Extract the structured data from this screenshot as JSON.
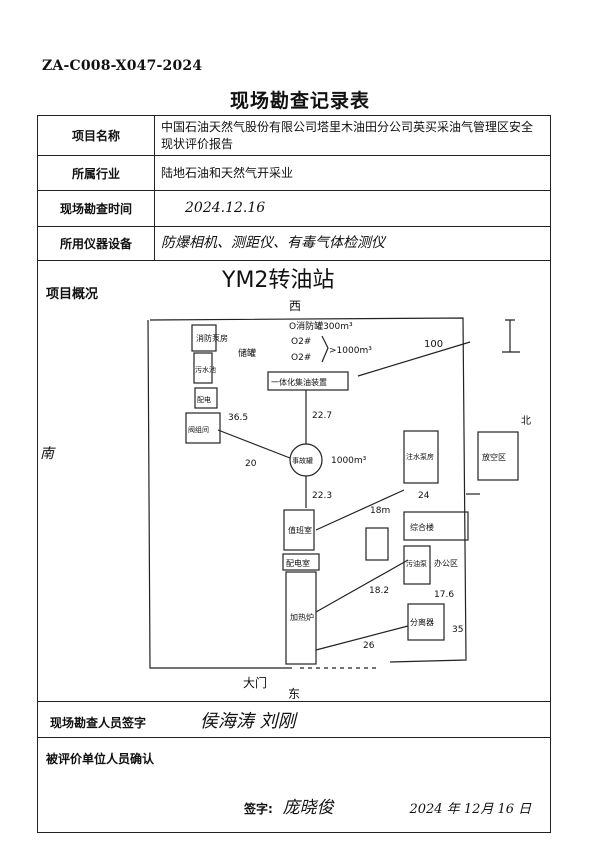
{
  "doc_code": "ZA-C008-X047-2024",
  "title": "现场勘查记录表",
  "rows": {
    "project_name": {
      "label": "项目名称",
      "value": "中国石油天然气股份有限公司塔里木油田分公司英买采油气管理区安全现状评价报告"
    },
    "industry": {
      "label": "所属行业",
      "value": "陆地石油和天然气开采业"
    },
    "survey_time": {
      "label": "现场勘查时间",
      "value": "2024.12.16"
    },
    "instruments": {
      "label": "所用仪器设备",
      "value": "防爆相机、测距仪、有毒气体检测仪"
    }
  },
  "overview": {
    "label": "项目概况",
    "sketch": {
      "station_name": "YM2转油站",
      "west": "西",
      "south": "南",
      "north": "北",
      "east": "东",
      "gate": "大门",
      "fire_pump": "消防泵房",
      "pool": "污水池",
      "electrical": "配电",
      "valve_house": "阀组间",
      "tanks": [
        "O消防罐300m³",
        "O2#",
        "O2#"
      ],
      "tank_label": "储罐",
      "tank_volume": ">1000m³",
      "oil_plant": "一体化集油装置",
      "center_tank": "事故罐",
      "center_volume": "1000m³",
      "control_room": "值班室",
      "duty_room": "配电室",
      "heating": "加热炉",
      "compressor": "注水泵房",
      "main_building": "综合楼",
      "office": "办公区",
      "pump_room": "污油泵",
      "separator": "分离器",
      "flare_area": "放空区",
      "dist_100": "100",
      "dist_365": "36.5",
      "dist_227": "22.7",
      "dist_20": "20",
      "dist_223": "22.3",
      "dist_18": "18m",
      "dist_182": "18.2",
      "dist_176": "17.6",
      "dist_26": "26",
      "dist_35": "35",
      "count_24": "24"
    }
  },
  "signatures": {
    "survey_label": "现场勘查人员签字",
    "survey_names": "侯海涛  刘刚",
    "confirm_label": "被评价单位人员确认",
    "sign_prefix": "签字:",
    "confirm_name": "庞晓俊",
    "date": "2024 年 12月 16 日"
  }
}
